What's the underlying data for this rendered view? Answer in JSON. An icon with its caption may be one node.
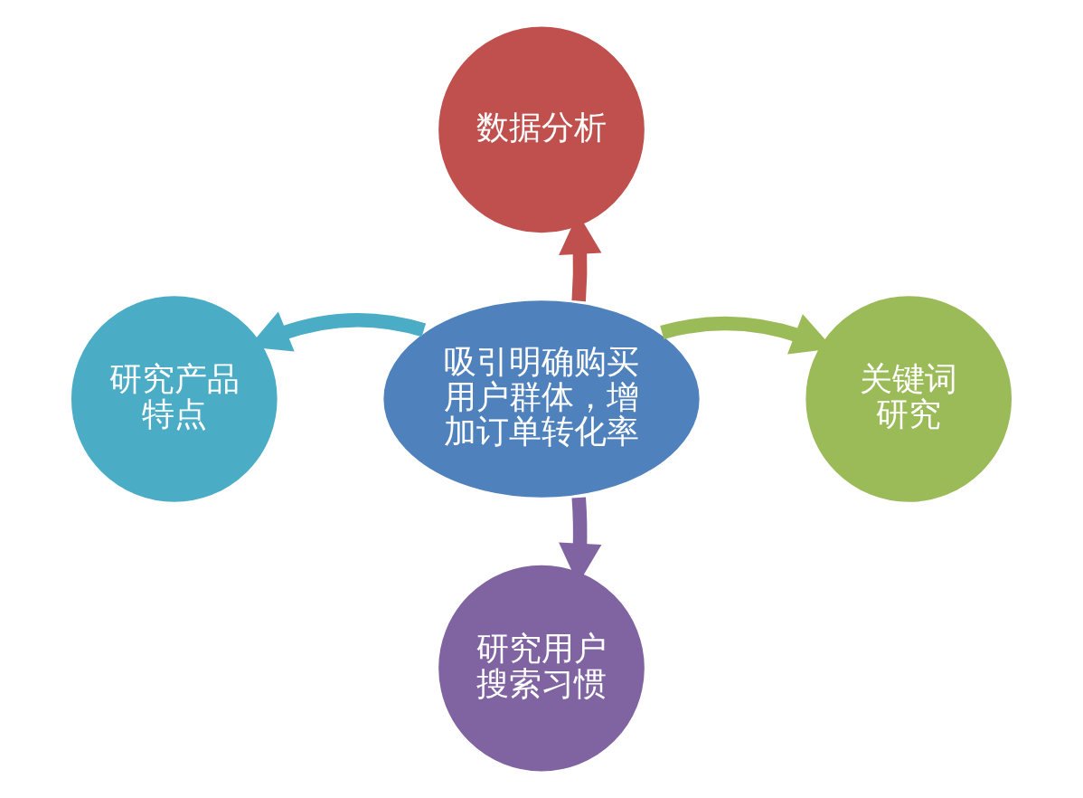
{
  "diagram": {
    "nodes": [
      {
        "text": [
          "数据分析"
        ]
      },
      {
        "text": [
          "研究产品特点"
        ]
      },
      {
        "text": [
          "吸引明确购买用户群体，增加订单转化率"
        ]
      },
      {
        "text": [
          "关键词研究"
        ]
      },
      {
        "text": [
          "研究用户搜索习惯"
        ]
      }
    ],
    "edges": [
      {
        "from": 2,
        "to": 0,
        "arrow": "to",
        "color": "#c0504d"
      },
      {
        "from": 2,
        "to": 3,
        "arrow": "to",
        "color": "#9bbb59"
      },
      {
        "from": 2,
        "to": 4,
        "arrow": "to",
        "color": "#8064a2"
      },
      {
        "from": 2,
        "to": 1,
        "arrow": "to",
        "color": "#4bacc6"
      }
    ]
  }
}
